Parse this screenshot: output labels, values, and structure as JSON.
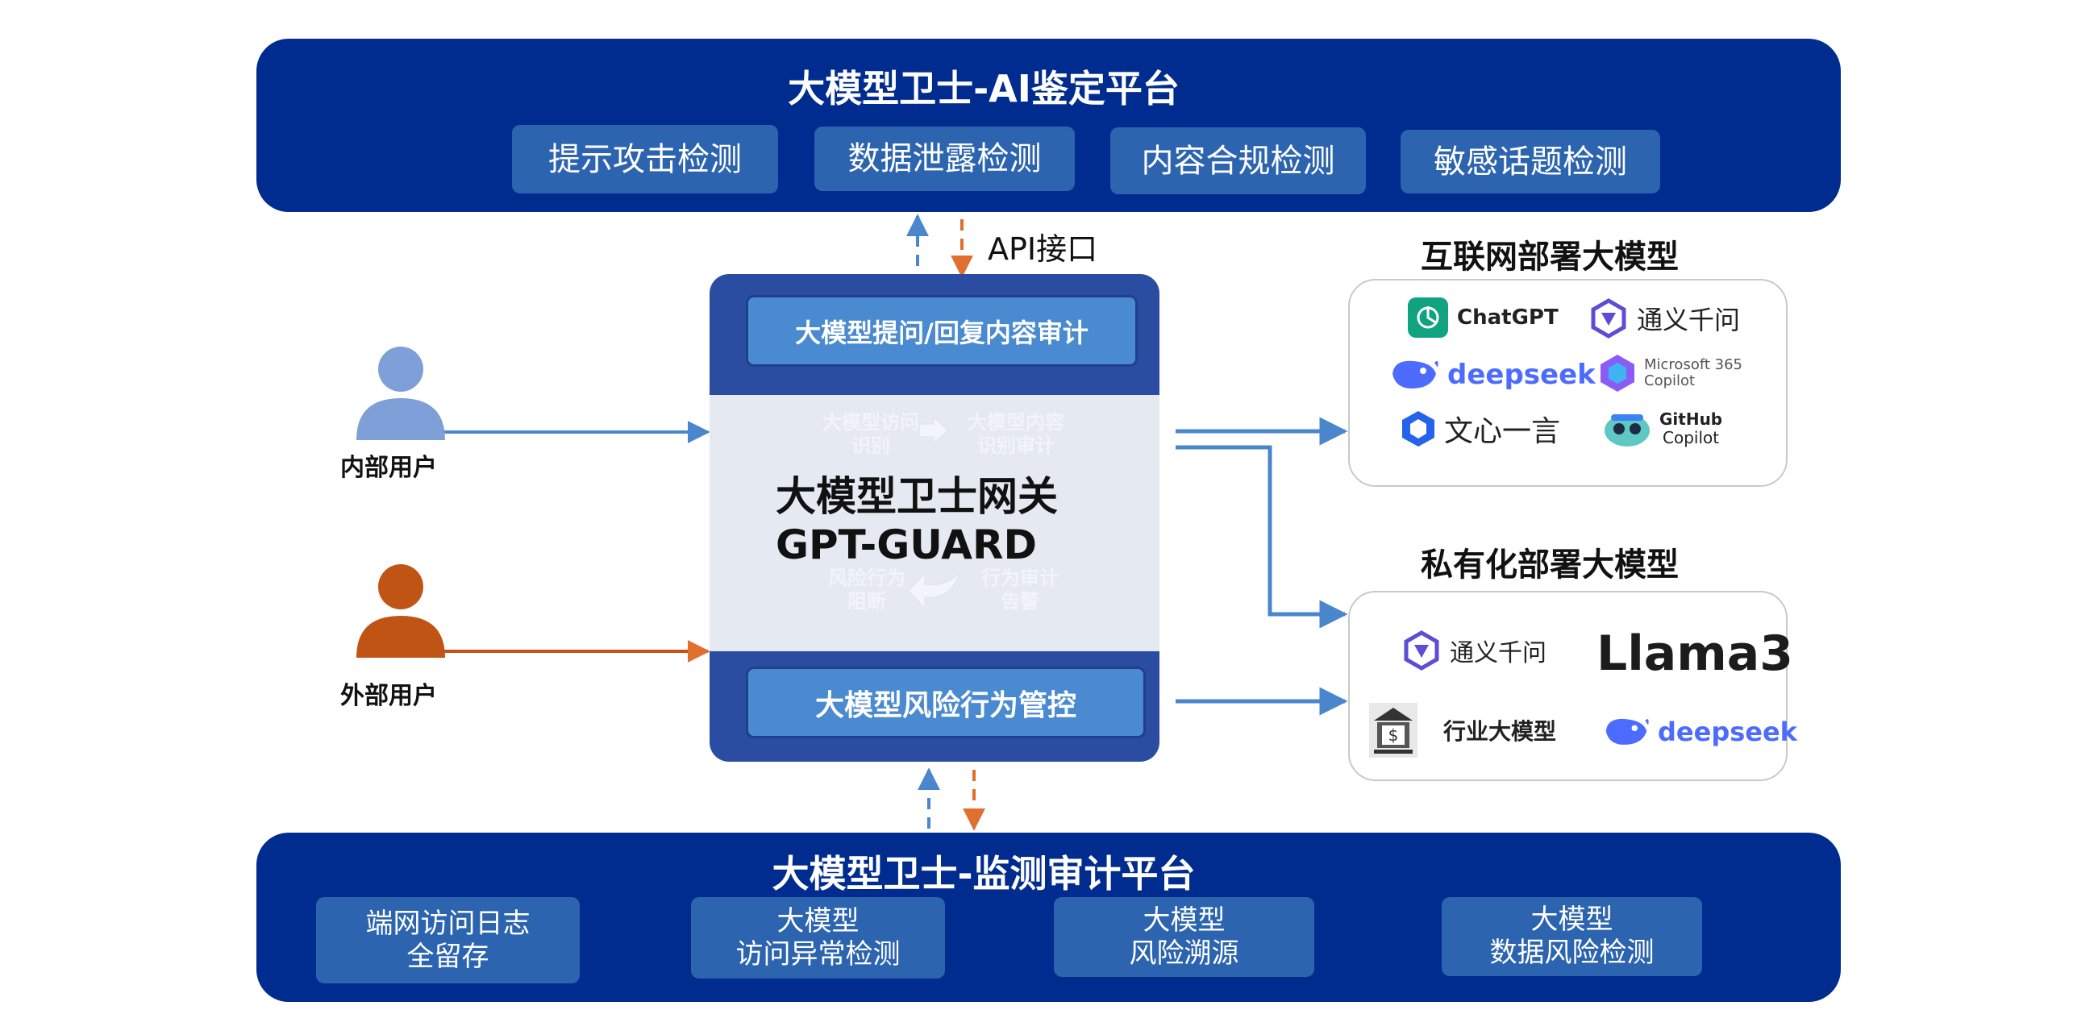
{
  "ai_platform": {
    "title": "大模型卫士-AI鉴定平台",
    "modules": [
      "提示攻击检测",
      "数据泄露检测",
      "内容合规检测",
      "敏感话题检测"
    ]
  },
  "api_label": "API接口",
  "gateway": {
    "top_bar": "大模型提问/回复内容审计",
    "title_line1": "大模型卫士网关",
    "title_line2": "GPT-GUARD",
    "bottom_bar": "大模型风险行为管控"
  },
  "users": {
    "internal": "内部用户",
    "external": "外部用户"
  },
  "internet_models": {
    "title": "互联网部署大模型",
    "chatgpt": "ChatGPT",
    "tongyi": "通义千问",
    "deepseek": "deepseek",
    "copilot_line1": "Microsoft 365",
    "copilot_line2": "Copilot",
    "wenxin": "文心一言",
    "github_line1": "GitHub",
    "github_line2": "Copilot"
  },
  "private_models": {
    "title": "私有化部署大模型",
    "tongyi": "通义千问",
    "llama": "Llama3",
    "industry": "行业大模型",
    "deepseek": "deepseek"
  },
  "monitor_platform": {
    "title": "大模型卫士-监测审计平台",
    "modules": [
      "端网访问日志\n全留存",
      "大模型\n访问异常检测",
      "大模型\n风险溯源",
      "大模型\n数据风险检测"
    ]
  },
  "colors": {
    "platform_bg": "#002c8f",
    "module_bg": "#2c64af",
    "gateway_bg": "#2b4da1",
    "internal_user": "#7f9fd8",
    "external_user": "#c05414",
    "arrow_blue": "#4a86cc",
    "arrow_orange": "#e07030"
  }
}
